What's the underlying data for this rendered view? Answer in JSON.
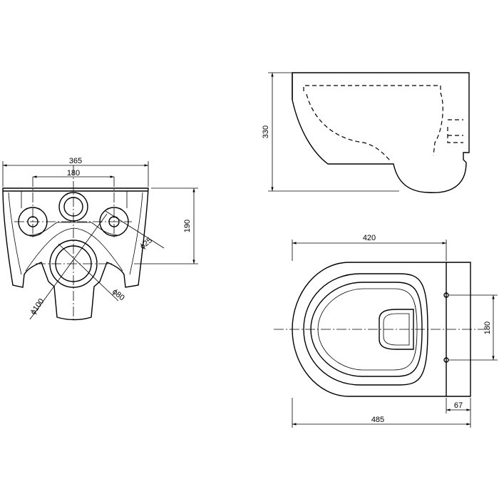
{
  "front_view": {
    "dim_width": "365",
    "dim_hole_spacing": "180",
    "dim_height": "190",
    "dim_hole_dia": "ϕ25",
    "dim_outlet_outer": "ϕ100",
    "dim_outlet_inner": "ϕ80"
  },
  "side_view": {
    "dim_height": "330"
  },
  "top_view": {
    "dim_inner_length": "420",
    "dim_total_length": "485",
    "dim_back_offset": "67",
    "dim_bolt_spacing": "180"
  }
}
